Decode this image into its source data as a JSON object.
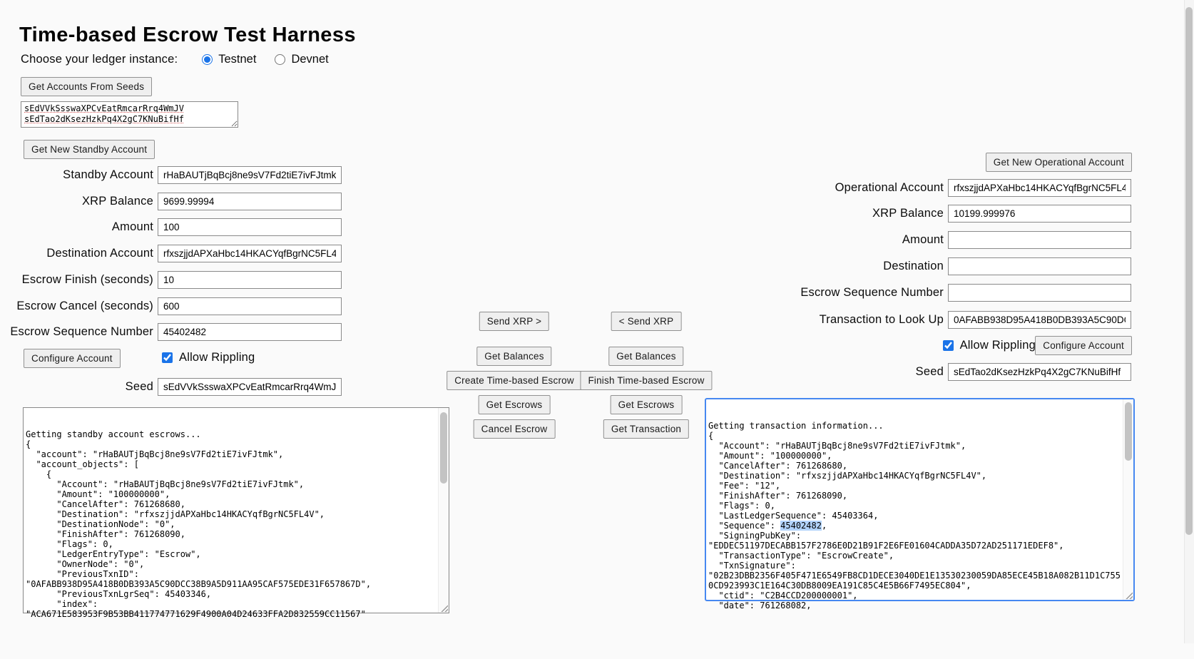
{
  "app": {
    "title": "Time-based Escrow Test Harness",
    "colors": {
      "accent": "#1a73e8",
      "focus_border": "#4688f1",
      "selection": "#b3d4fc"
    },
    "ledger": {
      "prompt": "Choose your ledger instance:",
      "options": [
        {
          "label": "Testnet",
          "selected": true
        },
        {
          "label": "Devnet",
          "selected": false
        }
      ]
    }
  },
  "seeds": {
    "button": "Get Accounts From Seeds",
    "value": "sEdVVkSsswaXPCvEatRmcarRrq4WmJV\nsEdTao2dKsezHzkPq4X2gC7KNuBifHf"
  },
  "standby": {
    "new_account_button": "Get New Standby Account",
    "fields": [
      {
        "label": "Standby Account",
        "value": "rHaBAUTjBqBcj8ne9sV7Fd2tiE7ivFJtmk"
      },
      {
        "label": "XRP Balance",
        "value": "9699.99994"
      },
      {
        "label": "Amount",
        "value": "100"
      },
      {
        "label": "Destination Account",
        "value": "rfxszjjdAPXaHbc14HKACYqfBgrNC5FL4V"
      },
      {
        "label": "Escrow Finish (seconds)",
        "value": "10"
      },
      {
        "label": "Escrow Cancel (seconds)",
        "value": "600"
      },
      {
        "label": "Escrow Sequence Number",
        "value": "45402482"
      }
    ],
    "configure_button": "Configure Account",
    "allow_rippling": {
      "label": "Allow Rippling",
      "checked": true
    },
    "seed": {
      "label": "Seed",
      "value": "sEdVVkSsswaXPCvEatRmcarRrq4WmJV"
    },
    "results": "\nGetting standby account escrows...\n{\n  \"account\": \"rHaBAUTjBqBcj8ne9sV7Fd2tiE7ivFJtmk\",\n  \"account_objects\": [\n    {\n      \"Account\": \"rHaBAUTjBqBcj8ne9sV7Fd2tiE7ivFJtmk\",\n      \"Amount\": \"100000000\",\n      \"CancelAfter\": 761268680,\n      \"Destination\": \"rfxszjjdAPXaHbc14HKACYqfBgrNC5FL4V\",\n      \"DestinationNode\": \"0\",\n      \"FinishAfter\": 761268090,\n      \"Flags\": 0,\n      \"LedgerEntryType\": \"Escrow\",\n      \"OwnerNode\": \"0\",\n      \"PreviousTxnID\":\n\"0AFABB938D95A418B0DB393A5C90DCC38B9A5D911AA95CAF575EDE31F657867D\",\n      \"PreviousTxnLgrSeq\": 45403346,\n      \"index\":\n\"ACA671E583953F9B53BB411774771629F4900A04D24633FFA2D832559CC11567\""
  },
  "operational": {
    "new_account_button": "Get New Operational Account",
    "fields": [
      {
        "label": "Operational Account",
        "value": "rfxszjjdAPXaHbc14HKACYqfBgrNC5FL4V"
      },
      {
        "label": "XRP Balance",
        "value": "10199.999976"
      },
      {
        "label": "Amount",
        "value": ""
      },
      {
        "label": "Destination",
        "value": ""
      },
      {
        "label": "Escrow Sequence Number",
        "value": ""
      },
      {
        "label": "Transaction to Look Up",
        "value": "0AFABB938D95A418B0DB393A5C90DCC38B9A5D911AA95CAF575EDE31F657867D"
      }
    ],
    "allow_rippling": {
      "label": "Allow Rippling",
      "checked": true
    },
    "configure_button": "Configure Account",
    "seed": {
      "label": "Seed",
      "value": "sEdTao2dKsezHzkPq4X2gC7KNuBifHf"
    },
    "results": "\nGetting transaction information...\n{\n  \"Account\": \"rHaBAUTjBqBcj8ne9sV7Fd2tiE7ivFJtmk\",\n  \"Amount\": \"100000000\",\n  \"CancelAfter\": 761268680,\n  \"Destination\": \"rfxszjjdAPXaHbc14HKACYqfBgrNC5FL4V\",\n  \"Fee\": \"12\",\n  \"FinishAfter\": 761268090,\n  \"Flags\": 0,\n  \"LastLedgerSequence\": 45403364,\n  \"Sequence\": 45402482,\n  \"SigningPubKey\":\n\"EDDEC51197DECABB157F2786E0D21B91F2E6FE01604CADDA35D72AD251171EDEF8\",\n  \"TransactionType\": \"EscrowCreate\",\n  \"TxnSignature\":\n\"02B23DBB2356F405F471E6549FB8CD1DECE3040DE1E13530230059DA85ECE45B18A082B11D1C755\n0CD923993C1E164C30DB8009EA191C85C4E5B66F7495EC804\",\n  \"ctid\": \"C2B4CCD200000001\",\n  \"date\": 761268082,",
    "results_selection": "45402482"
  },
  "actions": {
    "send_xrp_to_operational": "Send XRP >",
    "send_xrp_to_standby": "< Send XRP",
    "standby_get_balances": "Get Balances",
    "create_escrow": "Create Time-based Escrow",
    "standby_get_escrows": "Get Escrows",
    "cancel_escrow": "Cancel Escrow",
    "operational_get_balances": "Get Balances",
    "finish_escrow": "Finish Time-based Escrow",
    "operational_get_escrows": "Get Escrows",
    "get_transaction": "Get Transaction"
  }
}
